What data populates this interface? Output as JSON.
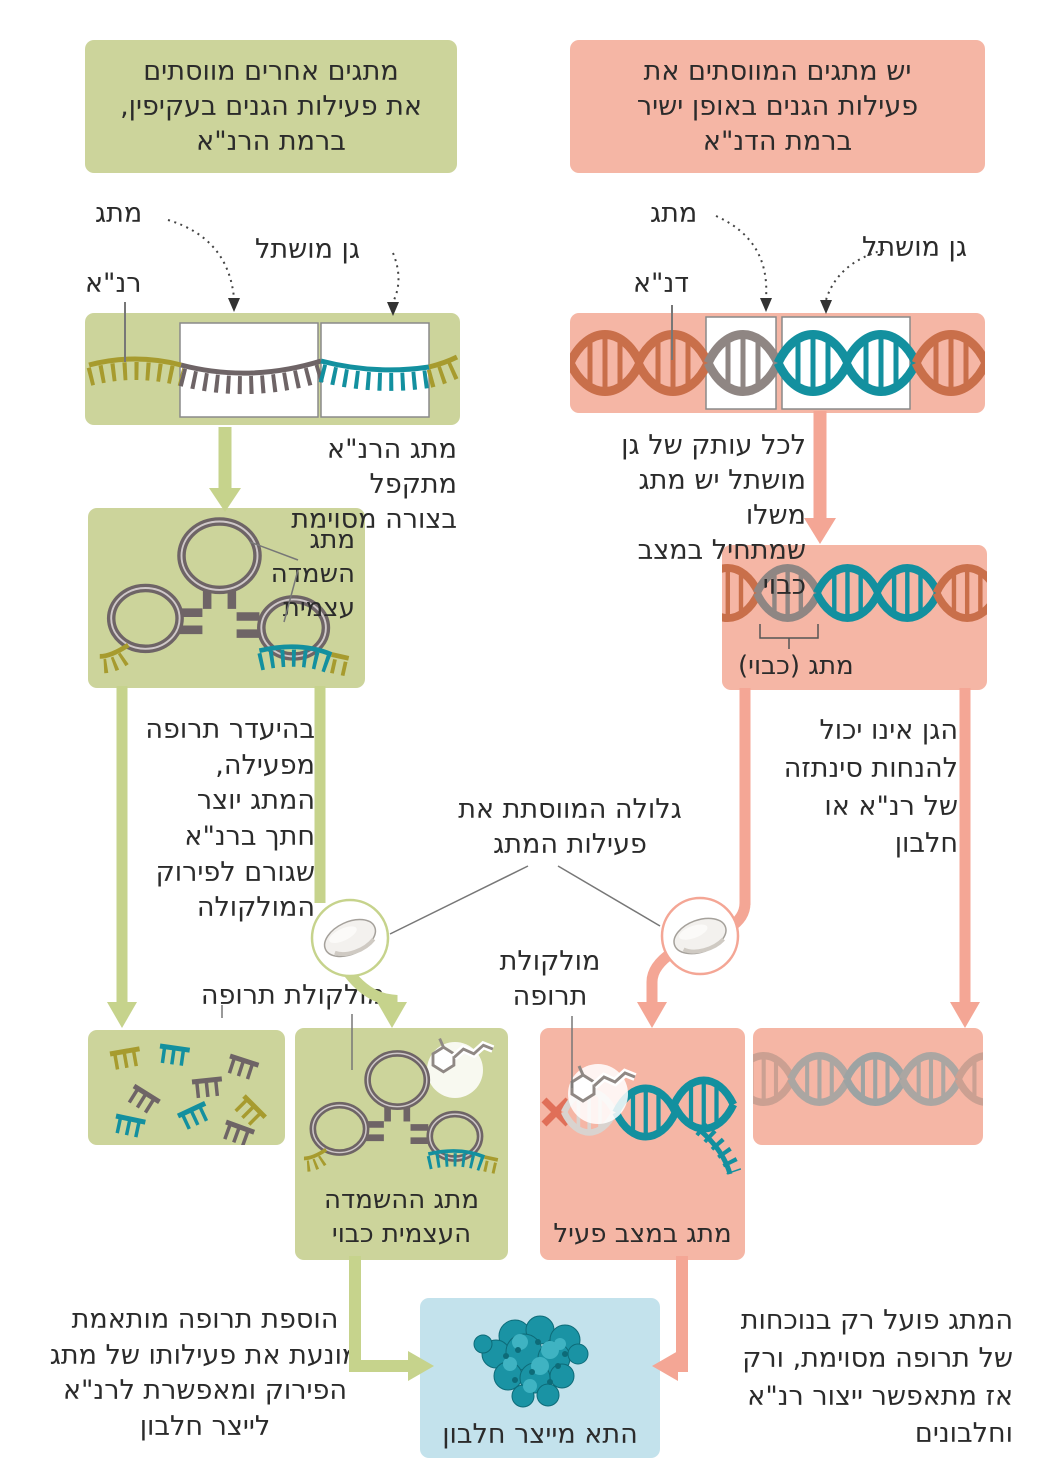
{
  "colors": {
    "green_box": "#ccd49b",
    "pink_box": "#f5b6a5",
    "blue_box": "#c3e2ec",
    "green_arrow": "#c6d38c",
    "pink_arrow": "#f4a695",
    "text": "#2b2b2b",
    "dna_orange": "#c96f4a",
    "dna_grey": "#8f8683",
    "dna_teal": "#13909f",
    "rna_yellow": "#a79b2e",
    "rna_grey": "#6e6466"
  },
  "headers": {
    "left": "מתגים אחרים מווסתים\nאת פעילות הגנים בעקיפין,\nברמת הרנ\"א",
    "right": "יש מתגים המווסתים את\nפעילות הגנים באופן ישיר\nברמת הדנ\"א"
  },
  "top_left_diagram": {
    "switch_label": "מתג",
    "gene_label": "גן מושתל",
    "strand_label": "רנ\"א"
  },
  "top_right_diagram": {
    "switch_label": "מתג",
    "gene_label": "גן מושתל",
    "strand_label": "דנ\"א"
  },
  "steps": {
    "rna_folds": "מתג הרנ\"א מתקפל\nבצורה מסוימת",
    "each_copy": "לכל עותק של גן\nמושתל יש מתג משלו\nשמתחיל במצב כבוי",
    "self_destruct_switch": "מתג\nהשמדה\nעצמית",
    "switch_off": "מתג (כבוי)",
    "no_drug": "בהיעדר תרופה\nמפעילה,\nהמתג יוצר\nחתך ברנ\"א\nשגורם לפירוק\nהמולקולה",
    "pill_caption": "גלולה המווסתת את\nפעילות המתג",
    "gene_cannot": "הגן אינו יכול\nלהנחות סינתזה\nשל רנ\"א או\nחלבון",
    "drug_molecule_left": "מולקולת תרופה",
    "drug_molecule_right": "מולקולת\nתרופה",
    "switch_destruct_off": "מתג ההשמדה\nהעצמית כבוי",
    "switch_active": "מתג במצב פעיל",
    "adding_drug": "הוספת תרופה מותאמת\nמונעת את פעילותו של מתג\nהפירוק ומאפשרת לרנ\"א\nלייצר חלבון",
    "cell_produces": "התא מייצר חלבון",
    "switch_only_with_drug": "המתג פועל רק בנוכחות\nשל תרופה מסוימת, ורק\nאז מתאפשר ייצור רנ\"א\nוחלבונים"
  }
}
